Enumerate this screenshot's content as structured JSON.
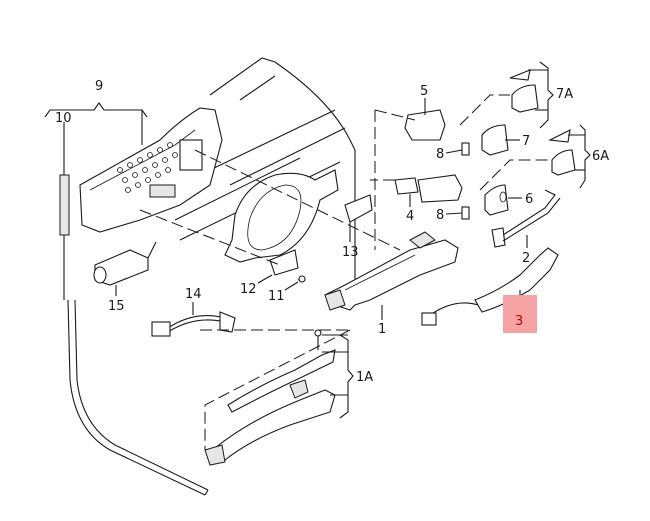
{
  "diagram": {
    "title": "Door handle assembly exploded view",
    "highlight_color": "#f7a3a3",
    "highlight_text_color": "#b3000a",
    "highlighted_part": "3",
    "labels": [
      {
        "id": "9",
        "text": "9"
      },
      {
        "id": "10",
        "text": "10"
      },
      {
        "id": "5",
        "text": "5"
      },
      {
        "id": "7A",
        "text": "7A"
      },
      {
        "id": "7",
        "text": "7"
      },
      {
        "id": "8a",
        "text": "8"
      },
      {
        "id": "6A",
        "text": "6A"
      },
      {
        "id": "4",
        "text": "4"
      },
      {
        "id": "6",
        "text": "6"
      },
      {
        "id": "8b",
        "text": "8"
      },
      {
        "id": "13",
        "text": "13"
      },
      {
        "id": "2",
        "text": "2"
      },
      {
        "id": "15",
        "text": "15"
      },
      {
        "id": "14",
        "text": "14"
      },
      {
        "id": "12",
        "text": "12"
      },
      {
        "id": "11",
        "text": "11"
      },
      {
        "id": "1",
        "text": "1"
      },
      {
        "id": "3",
        "text": "3"
      },
      {
        "id": "1A",
        "text": "1A"
      }
    ]
  }
}
